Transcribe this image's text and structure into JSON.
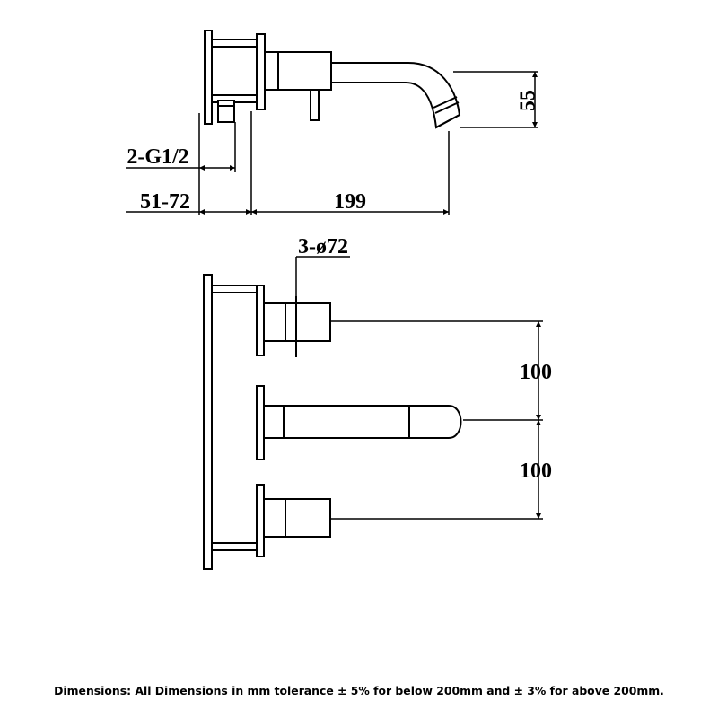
{
  "side_view": {
    "dim_outlet_height": "55",
    "dim_inlet_thread": "2-G1/2",
    "dim_wall_depth": "51-72",
    "dim_spout_reach": "199"
  },
  "front_view": {
    "dim_handle_diameter": "3-ø72",
    "dim_spacing_upper": "100",
    "dim_spacing_lower": "100"
  },
  "footer": {
    "note": "Dimensions: All Dimensions in mm tolerance ± 5% for below 200mm and ± 3% for above 200mm."
  },
  "colors": {
    "ink": "#000000",
    "background": "#ffffff"
  }
}
